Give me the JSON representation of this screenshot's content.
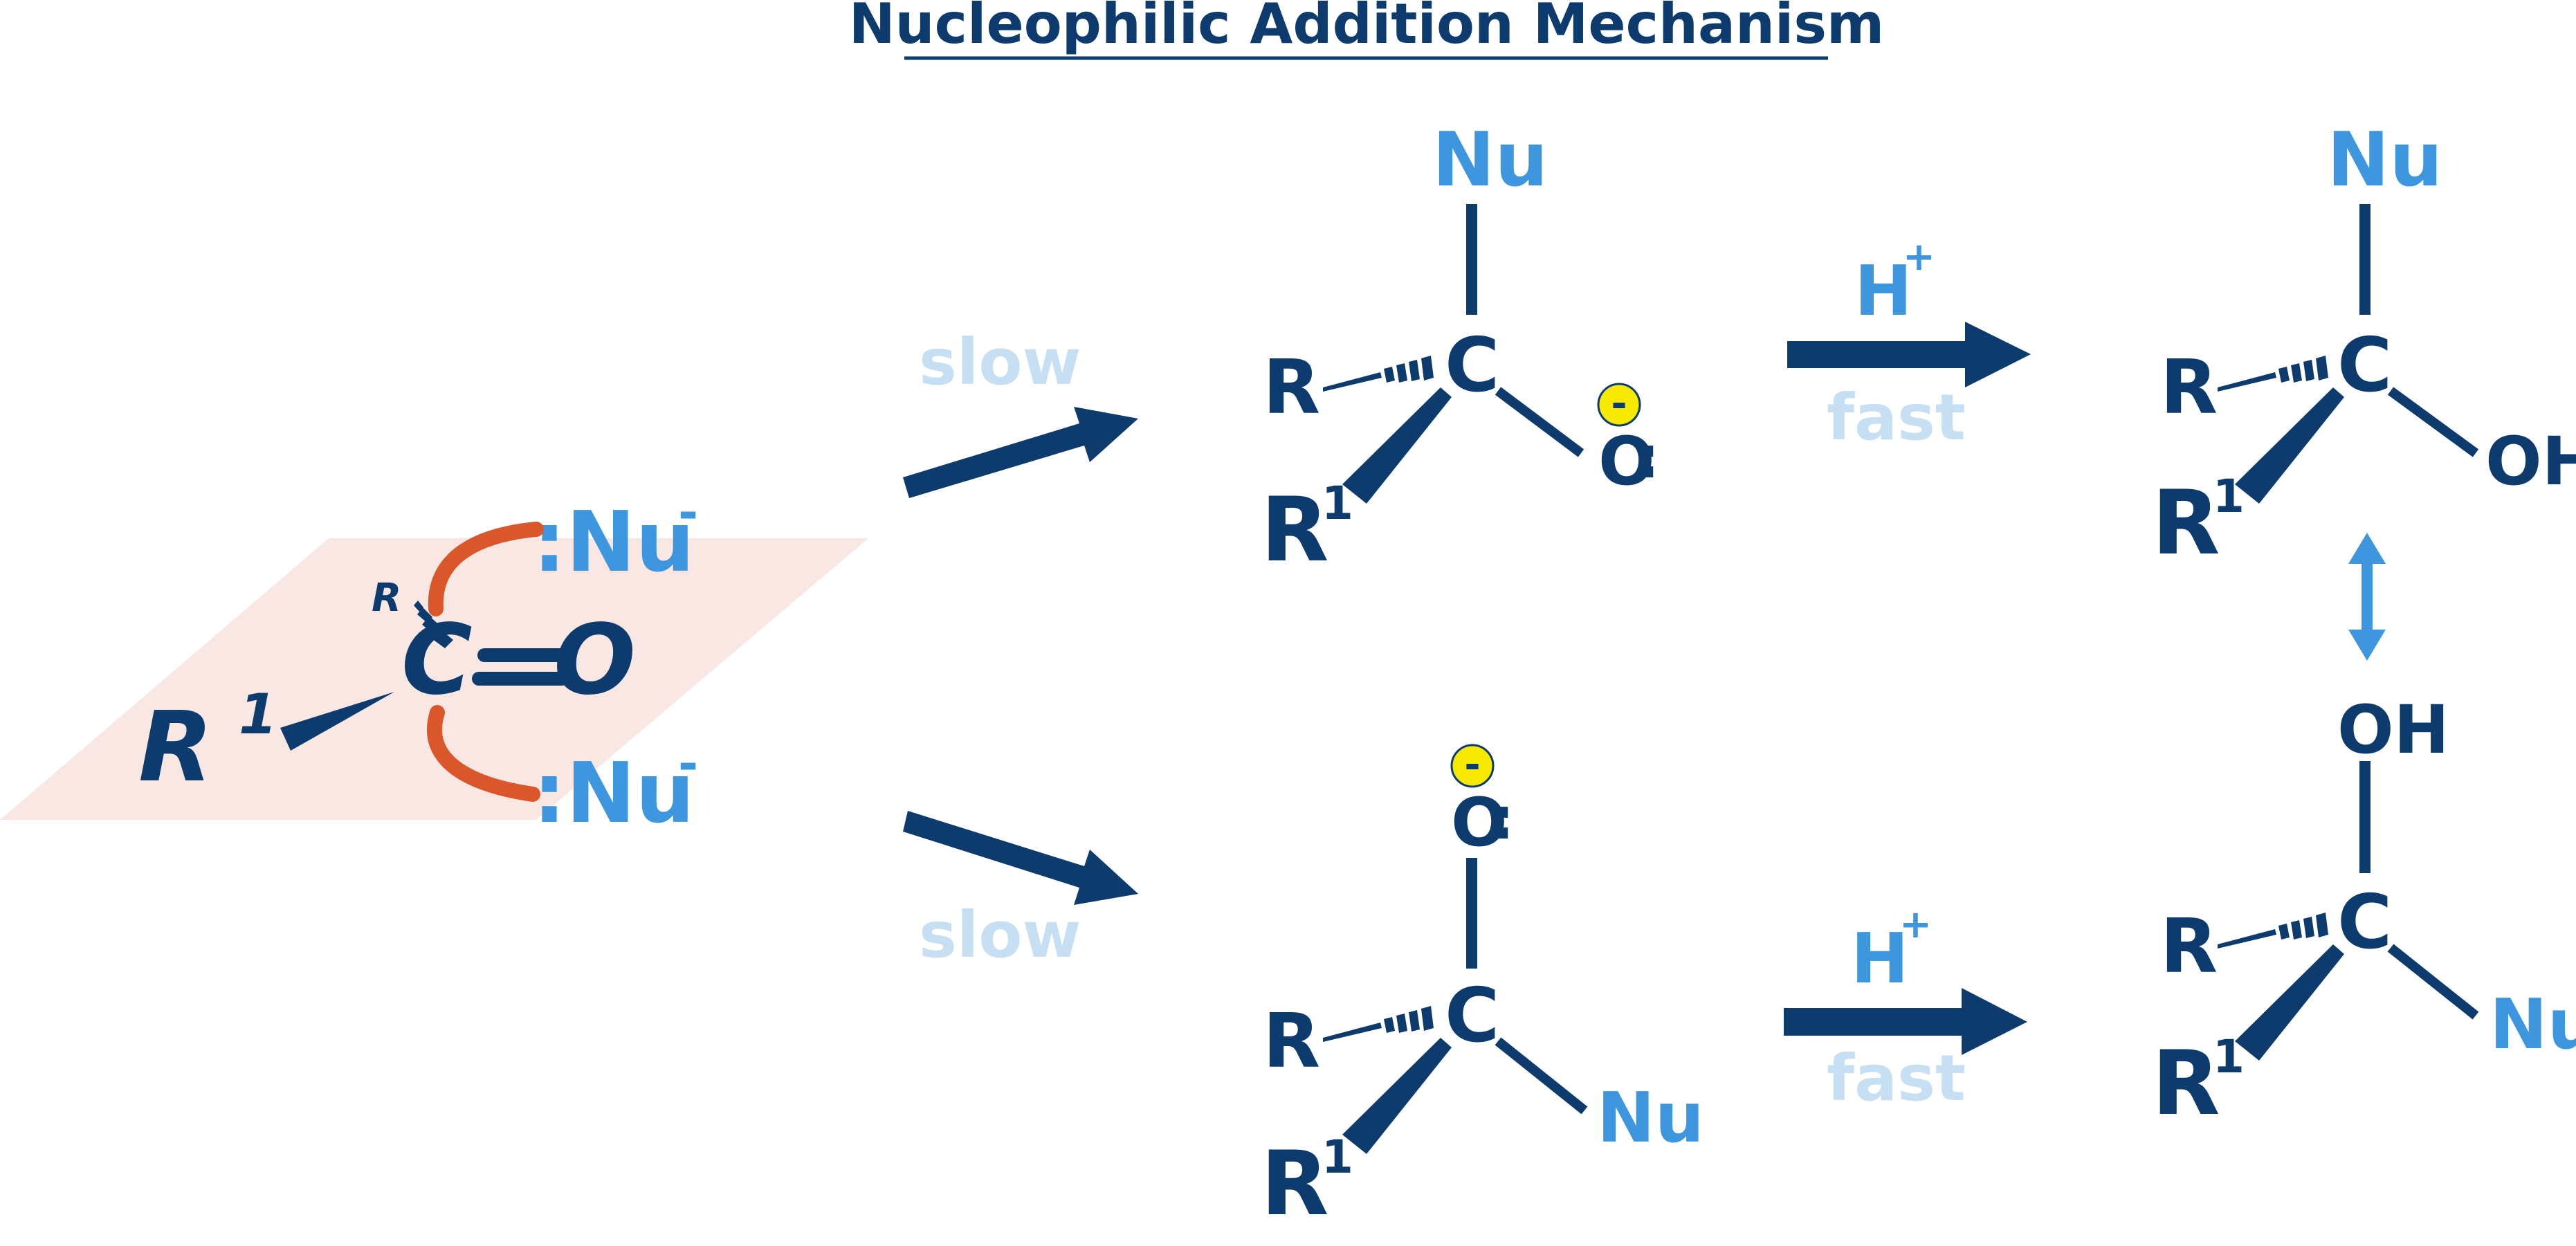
{
  "title": "Nucleophilic Addition Mechanism",
  "colors": {
    "dark_blue": "#0d3b6e",
    "light_blue": "#3d96de",
    "pale_blue": "#c6dff2",
    "orange": "#d9572a",
    "plane": "#f9e7e3",
    "charge_yellow": "#f7ea00"
  },
  "reactant": {
    "nu_top": ":Nu",
    "nu_bottom": ":Nu",
    "nu_charge": "-",
    "r_small": "R",
    "r1_base": "R",
    "r1_sup": "1",
    "carbon": "C",
    "oxygen": "O"
  },
  "steps": {
    "slow_top": "slow",
    "slow_bottom": "slow",
    "h_plus_top": "H",
    "h_plus_bottom": "H",
    "plus_sign": "+",
    "fast_top": "fast",
    "fast_bottom": "fast"
  },
  "intermediate_top": {
    "nu": "Nu",
    "r": "R",
    "r1": "R",
    "r1_sup": "1",
    "carbon": "C",
    "oxygen": "O",
    "lone_pair": ":",
    "charge": "-"
  },
  "intermediate_bottom": {
    "nu": "Nu",
    "r": "R",
    "r1": "R",
    "r1_sup": "1",
    "carbon": "C",
    "oxygen": "O",
    "lone_pair": ":",
    "charge": "-"
  },
  "product_top": {
    "nu": "Nu",
    "r": "R",
    "r1": "R",
    "r1_sup": "1",
    "carbon": "C",
    "oh": "OH"
  },
  "product_bottom": {
    "nu": "Nu",
    "r": "R",
    "r1": "R",
    "r1_sup": "1",
    "carbon": "C",
    "oh": "OH"
  }
}
